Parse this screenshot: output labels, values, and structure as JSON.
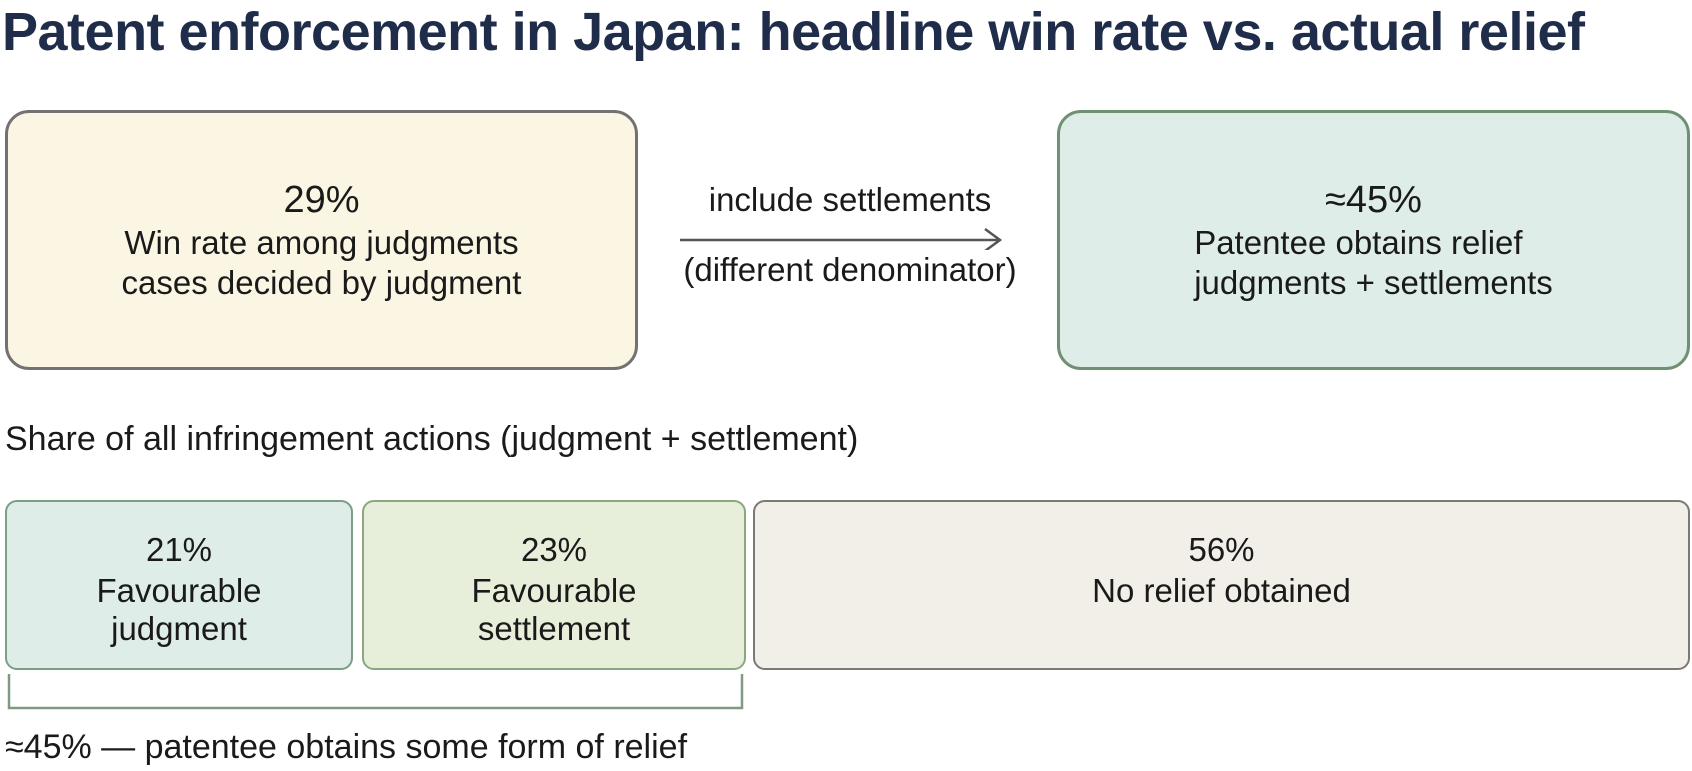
{
  "title": "Patent enforcement in Japan: headline win rate vs. actual relief",
  "left_box": {
    "value": "29%",
    "line1": "Win rate among judgments",
    "line2": "cases decided by judgment"
  },
  "connector": {
    "top": "include settlements",
    "bottom": "(different denominator)"
  },
  "right_box": {
    "value": "≈45%",
    "line1": "Patentee obtains relief",
    "line2": "judgments + settlements"
  },
  "share_label": "Share of all infringement actions (judgment + settlement)",
  "segments": [
    {
      "value": "21%",
      "share": 21,
      "line1": "Favourable",
      "line2": "judgment"
    },
    {
      "value": "23%",
      "share": 23,
      "line1": "Favourable",
      "line2": "settlement"
    },
    {
      "value": "56%",
      "share": 56,
      "line1": "No relief obtained",
      "line2": ""
    }
  ],
  "bracket_label": "≈45% — patentee obtains some form of relief",
  "colors": {
    "title": "#1f2d4a",
    "left_box_fill": "#fbf5e3",
    "right_box_fill": "#dfede8",
    "right_box_border": "#6f9171",
    "seg_judgment_fill": "#dfede8",
    "seg_settlement_fill": "#e7efda",
    "seg_none_fill": "#f1efe8"
  }
}
